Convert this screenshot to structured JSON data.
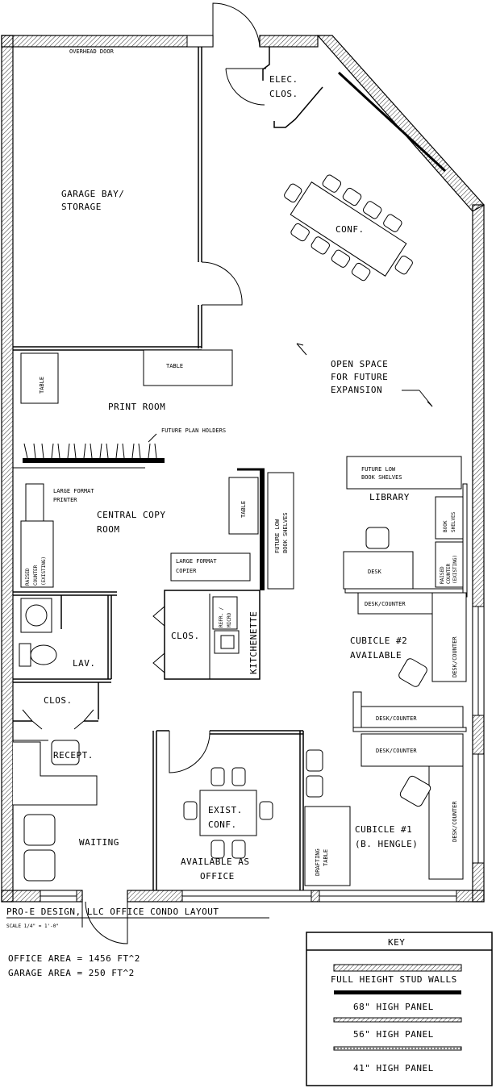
{
  "rooms": {
    "overhead_door": "OVERHEAD DOOR",
    "garage_line1": "GARAGE BAY/",
    "garage_line2": "STORAGE",
    "elec_line1": "ELEC.",
    "elec_line2": "CLOS.",
    "conf": "CONF.",
    "open_line1": "OPEN SPACE",
    "open_line2": "FOR FUTURE",
    "open_line3": "EXPANSION",
    "print_room": "PRINT ROOM",
    "table": "TABLE",
    "future_plan_holders": "FUTURE PLAN HOLDERS",
    "large_format_printer_1": "LARGE FORMAT",
    "large_format_printer_2": "PRINTER",
    "central_copy_1": "CENTRAL COPY",
    "central_copy_2": "ROOM",
    "raised_counter_1": "RAISED",
    "raised_counter_2": "COUNTER",
    "raised_counter_3": "(EXISTING)",
    "large_format_copier_1": "LARGE FORMAT",
    "large_format_copier_2": "COPIER",
    "future_low_shelves_1": "FUTURE LOW",
    "future_low_shelves_2": "BOOK SHELVES",
    "library": "LIBRARY",
    "book_shelves_1": "BOOK",
    "book_shelves_2": "SHELVES",
    "desk": "DESK",
    "clos": "CLOS.",
    "refr_1": "REFR. /",
    "refr_2": "MICRO",
    "kitchenette": "KITCHENETTE",
    "lav": "LAV.",
    "desk_counter": "DESK/COUNTER",
    "cubicle2_1": "CUBICLE #2",
    "cubicle2_2": "AVAILABLE",
    "recept": "RECEPT.",
    "exist_conf_1": "EXIST.",
    "exist_conf_2": "CONF.",
    "waiting": "WAITING",
    "available_office_1": "AVAILABLE AS",
    "available_office_2": "OFFICE",
    "drafting_1": "DRAFTING",
    "drafting_2": "TABLE",
    "cubicle1_1": "CUBICLE #1",
    "cubicle1_2": "(B. HENGLE)"
  },
  "titleblock": {
    "title": "PRO-E DESIGN, LLC OFFICE CONDO LAYOUT",
    "scale": "SCALE 1/4\" = 1'-0\"",
    "office_area": "OFFICE AREA = 1456 FT^2",
    "garage_area": "GARAGE AREA = 250 FT^2"
  },
  "key": {
    "title": "KEY",
    "items": [
      {
        "label": "FULL HEIGHT STUD WALLS"
      },
      {
        "label": "68\" HIGH PANEL"
      },
      {
        "label": "56\" HIGH PANEL"
      },
      {
        "label": "41\" HIGH PANEL"
      }
    ]
  }
}
